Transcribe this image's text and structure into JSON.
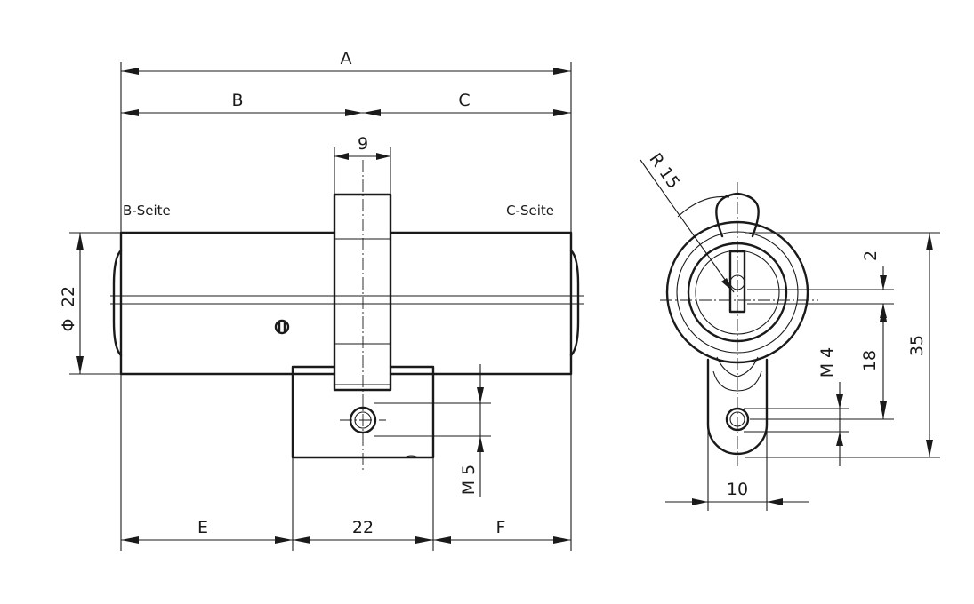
{
  "front_view": {
    "dim_A": "A",
    "dim_B": "B",
    "dim_C": "C",
    "dim_cam_width": "9",
    "side_b_label": "B-Seite",
    "side_c_label": "C-Seite",
    "dim_diameter_symbol": "Φ",
    "dim_diameter": "22",
    "dim_M5": "M 5",
    "dim_E": "E",
    "dim_22": "22",
    "dim_F": "F"
  },
  "side_view": {
    "dim_radius": "R 15",
    "dim_2": "2",
    "dim_M4": "M 4",
    "dim_18": "18",
    "dim_35": "35",
    "dim_10": "10"
  }
}
